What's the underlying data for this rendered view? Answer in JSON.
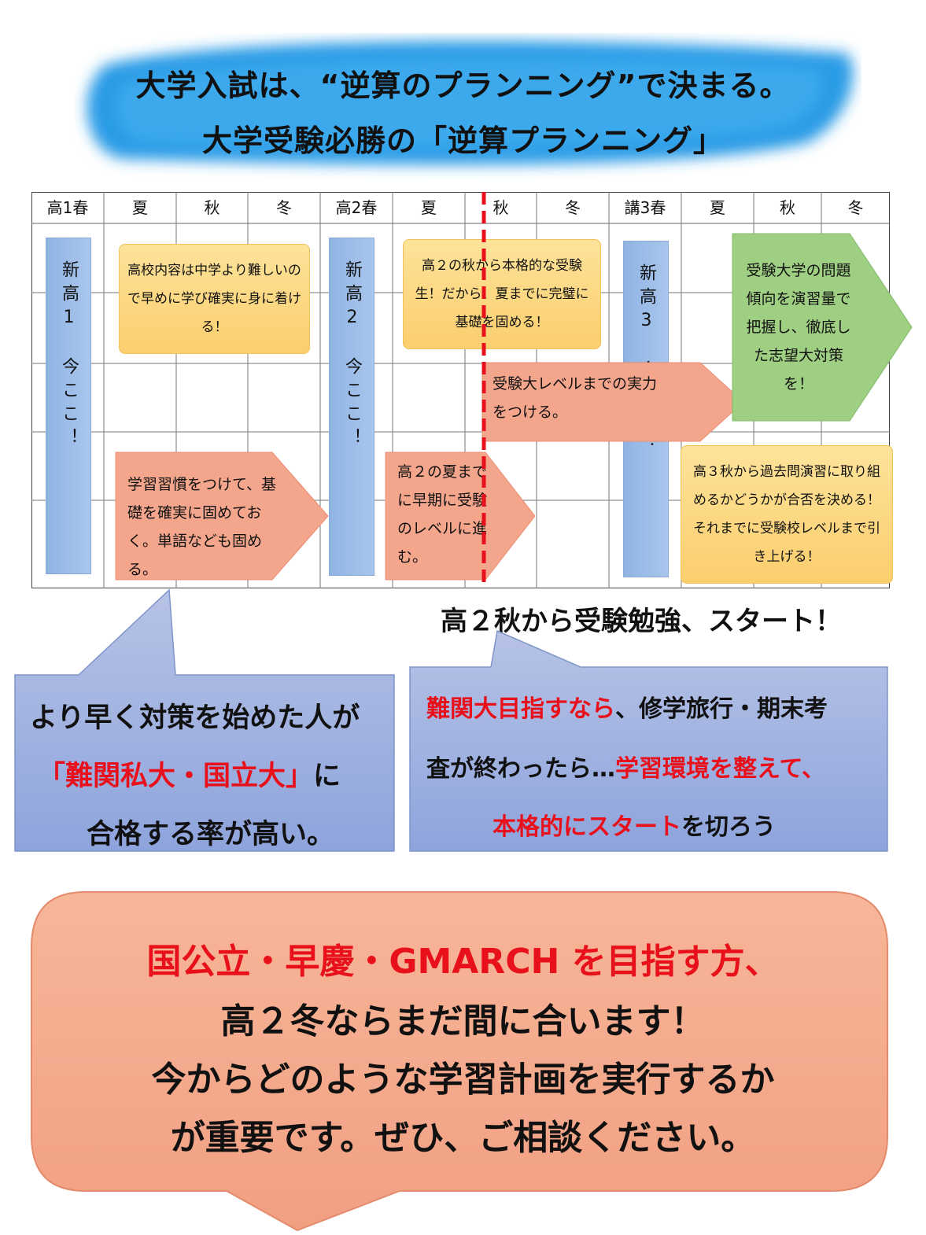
{
  "header": {
    "line1": "大学入試は、“逆算のプランニング”で決まる。",
    "line2": "大学受験必勝の「逆算プランニング」",
    "blob_color": "#2a9be6"
  },
  "timeline": {
    "columns": [
      "高1春",
      "夏",
      "秋",
      "冬",
      "高2春",
      "夏",
      "秋",
      "冬",
      "講3春",
      "夏",
      "秋",
      "冬"
    ],
    "bars": [
      {
        "text": "新高1　今ここ！"
      },
      {
        "text": "新高2　今ここ！"
      },
      {
        "text": "新高3　今ここ！"
      }
    ],
    "notes": {
      "n1": "高校内容は中学より難しいので早めに学び確実に身に着ける！",
      "n2": "高２の秋から本格的な受験生！だから、夏までに完璧に基礎を固める！",
      "n3": "高３秋から過去問演習に取り組めるかどうかが合否を決める！それまでに受験校レベルまで引き上げる！"
    },
    "arrows": {
      "a1": "学習習慣をつけて、基礎を確実に固めておく。単語なども固める。",
      "a2": "高２の夏までに早期に受験のレベルに進む。",
      "a3": "受験大レベルまでの実力をつける。",
      "a4": "受験大学の問題傾向を演習量で把握し、徹底した志望大対策を！"
    },
    "start_label": "高２秋から受験勉強、スタート！",
    "marker_color": "#e8101a"
  },
  "callout_left": {
    "line1": "より早く対策を始めた人が",
    "line2_red": "「難関私大・国立大」",
    "line2_rest": "に",
    "line3": "合格する率が高い。"
  },
  "callout_right": {
    "l1_red": "難関大目指すなら",
    "l1_rest": "、修学旅行・期末考",
    "l2_black": "査が終わったら…",
    "l2_red": "学習環境を整えて、",
    "l3_red": "本格的にスタート",
    "l3_rest": "を切ろう"
  },
  "final": {
    "line1": "国公立・早慶・GMARCH を目指す方、",
    "line2": "高２冬ならまだ間に合います！",
    "line3": "今からどのような学習計画を実行するか",
    "line4": "が重要です。ぜひ、ご相談ください。"
  }
}
